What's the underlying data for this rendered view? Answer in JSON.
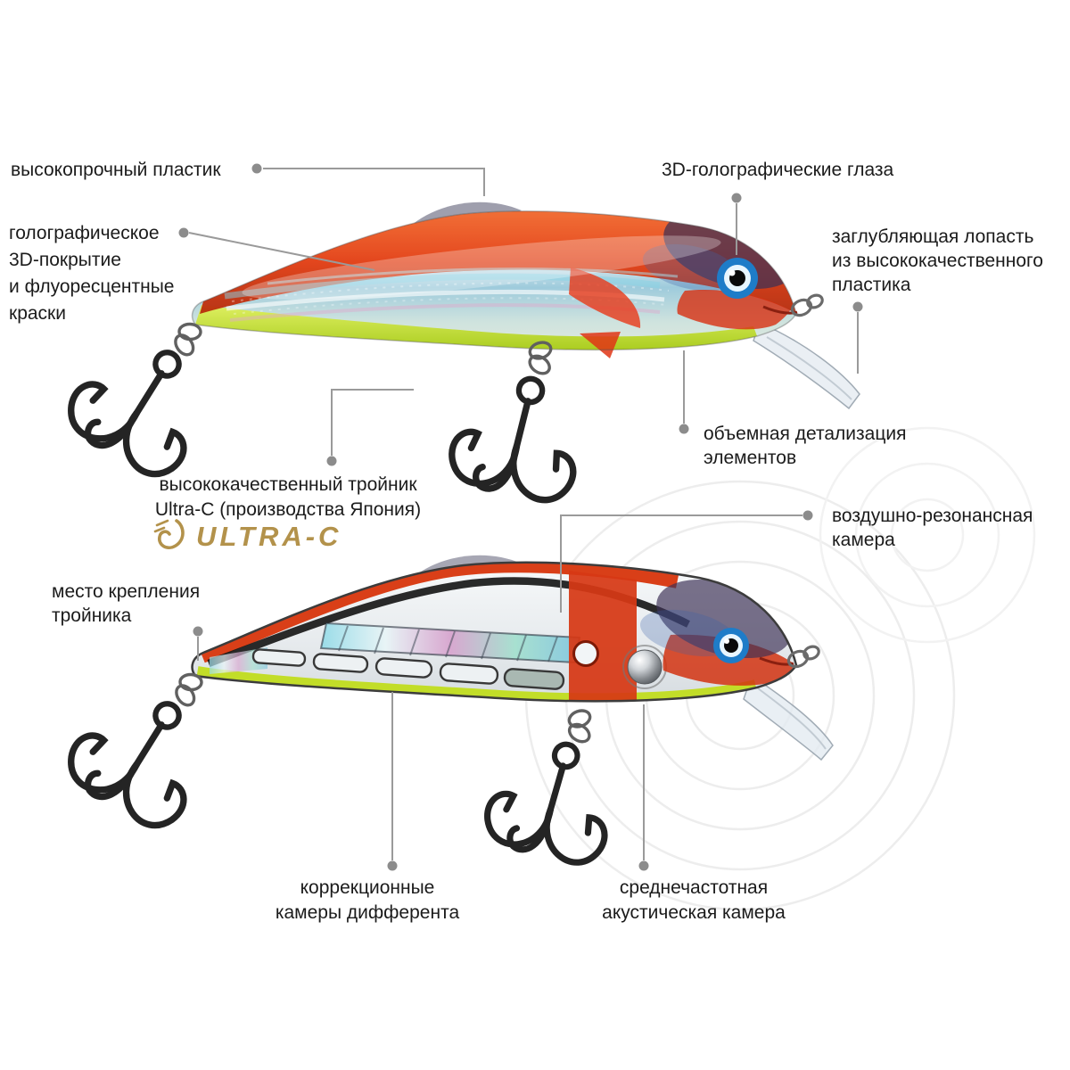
{
  "labels": {
    "plastic": {
      "text": "высокопрочный пластик"
    },
    "coating": {
      "line1": "голографическое",
      "line2": "3D-покрытие",
      "line3": "и флуоресцентные",
      "line4": "краски"
    },
    "eyes": {
      "text": "3D-голографические глаза"
    },
    "lip": {
      "line1": "заглубляющая лопасть",
      "line2": "из высококачественного",
      "line3": "пластика"
    },
    "detail": {
      "line1": "объемная детализация",
      "line2": "элементов"
    },
    "treble": {
      "line1": "высококачественный тройник",
      "line2": "Ultra-C (производства Япония)"
    },
    "logo": {
      "text": "ULTRA-C"
    },
    "attach": {
      "line1": "место крепления",
      "line2": "тройника"
    },
    "air_chamber": {
      "line1": "воздушно-резонансная",
      "line2": "камера"
    },
    "trim_chambers": {
      "line1": "коррекционные",
      "line2": "камеры дифферента"
    },
    "acoustic": {
      "line1": "среднечастотная",
      "line2": "акустическая камера"
    }
  },
  "colors": {
    "accent_gold": "#b3924b",
    "label_text": "#1b1b1b",
    "leader_line": "#9a9a9a",
    "lure_red": "#e23c14",
    "lure_chartreuse": "#c2dd28",
    "lure_silver": "#cfdde4",
    "eye_blue": "#1e7cc8"
  }
}
